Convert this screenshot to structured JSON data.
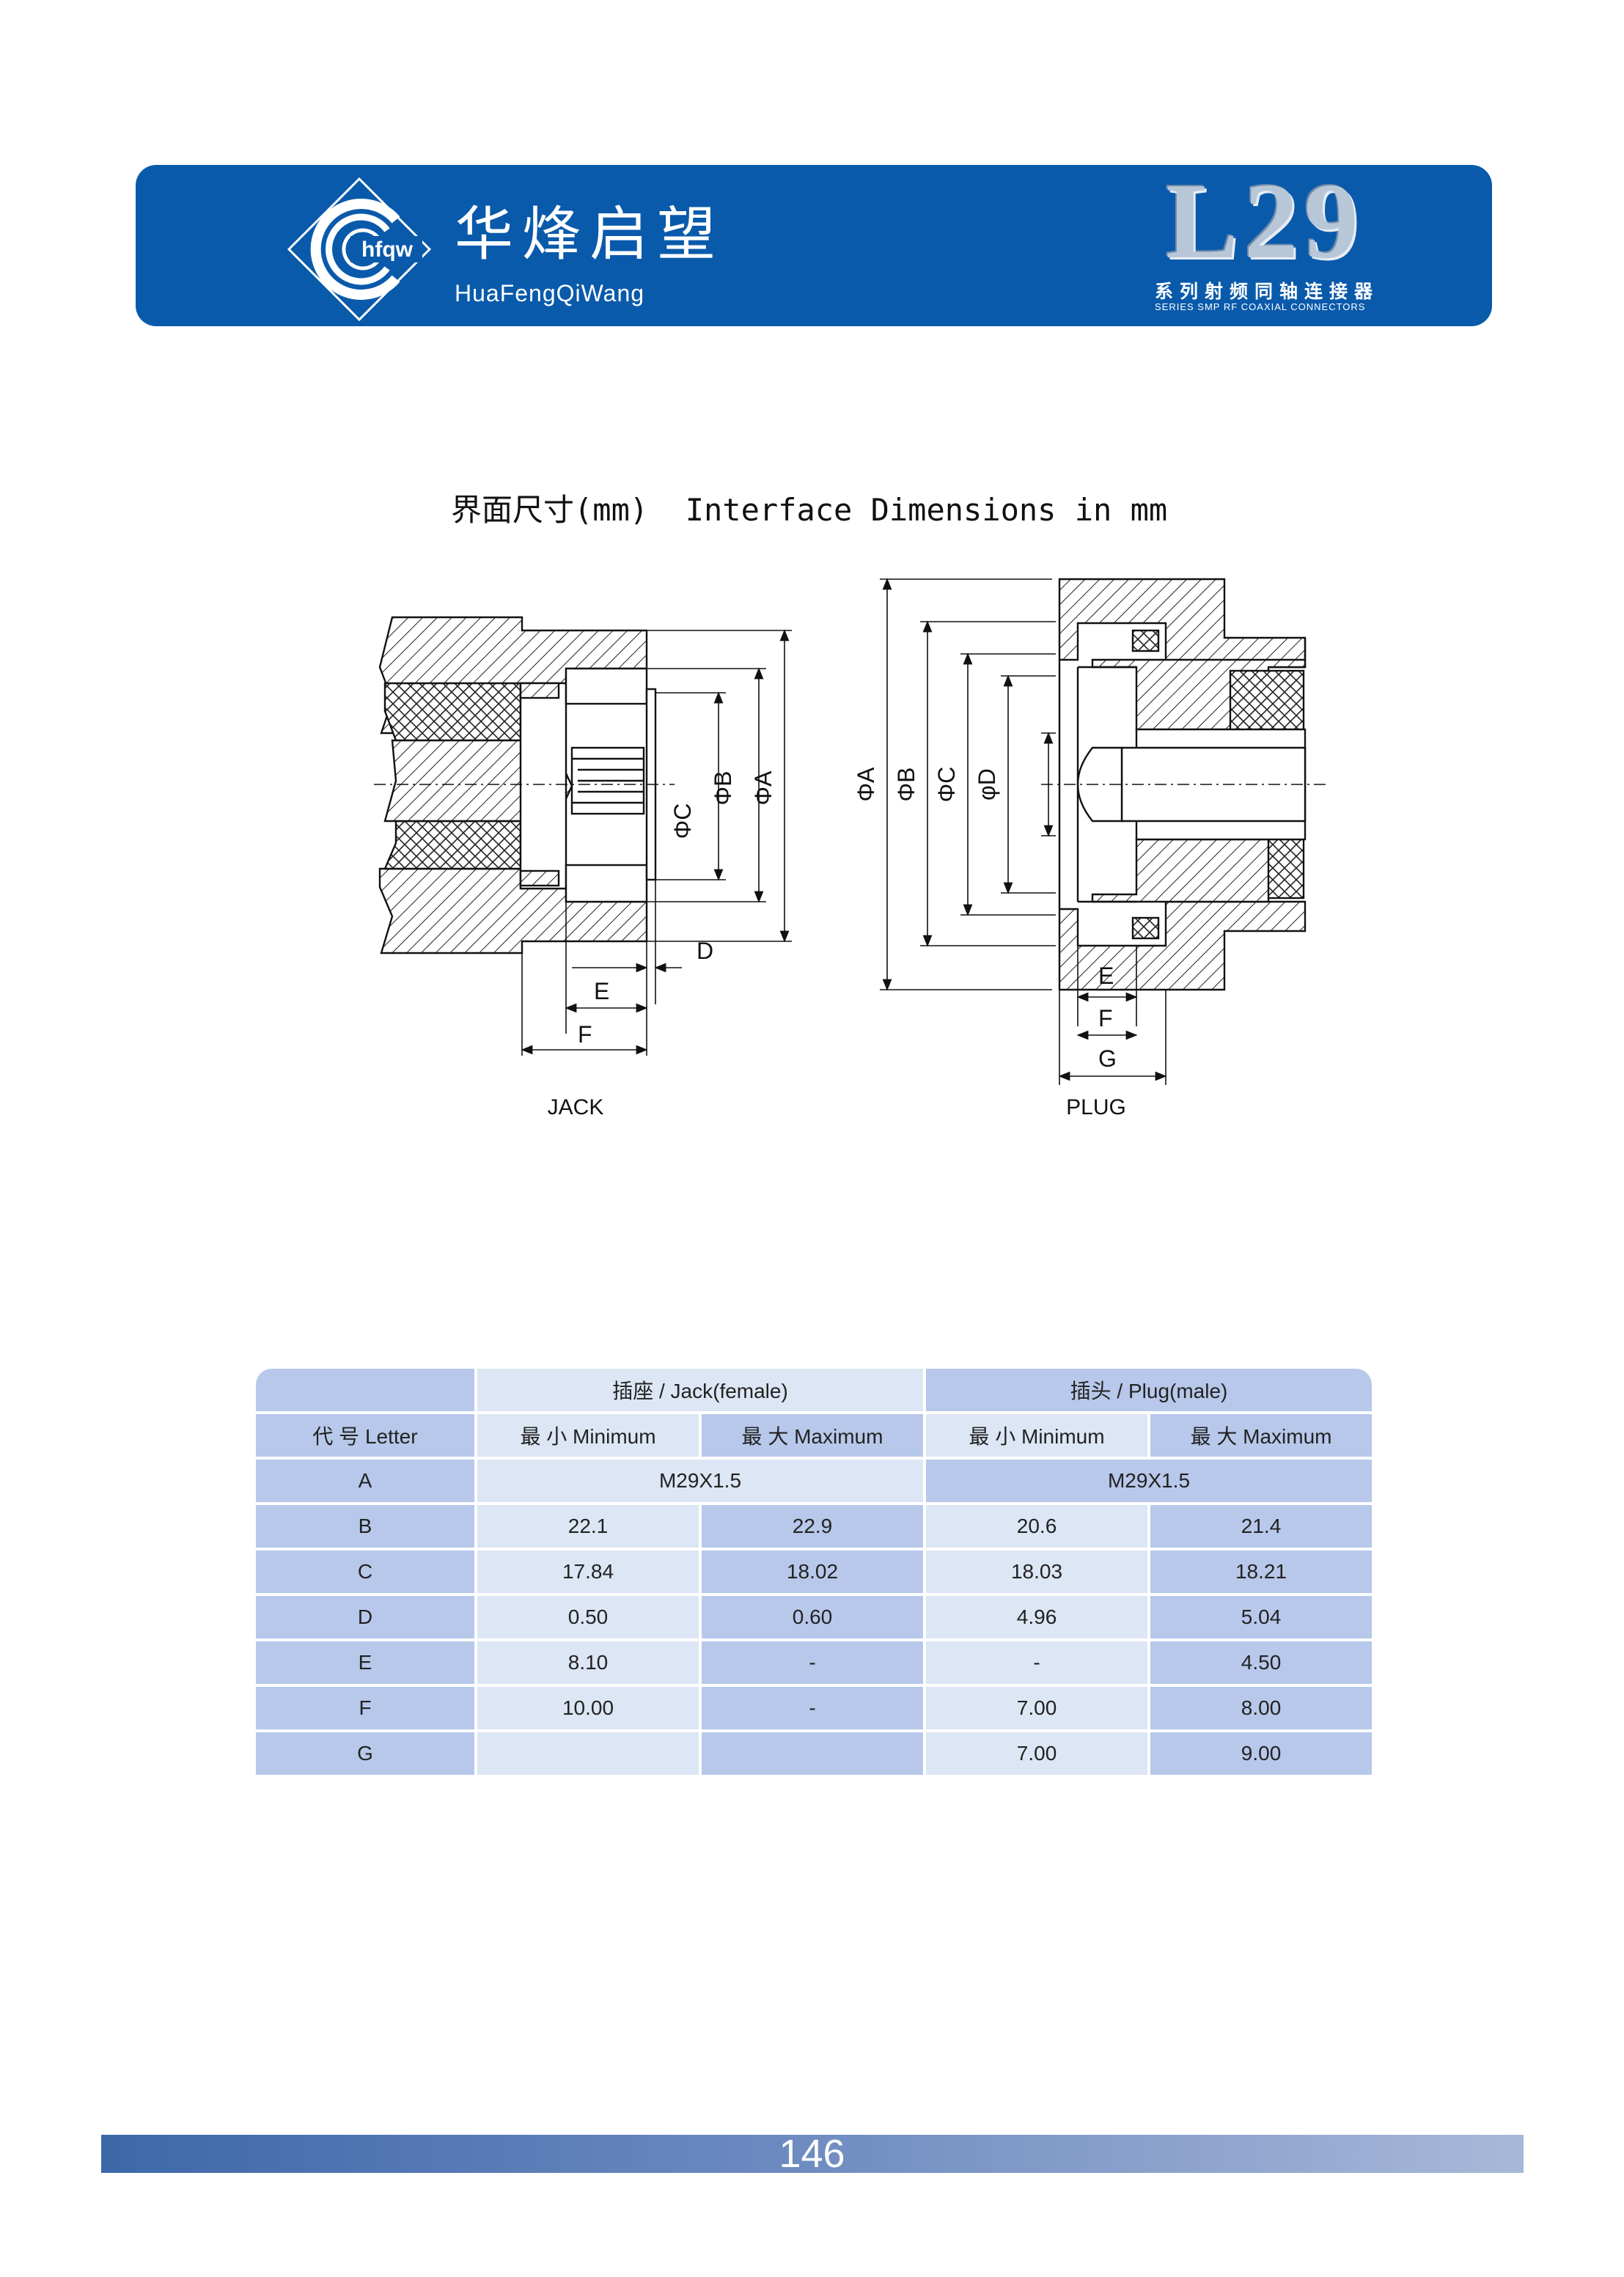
{
  "header": {
    "logo_text": "hfqw",
    "brand_cn": "华烽启望",
    "brand_en": "HuaFengQiWang",
    "series_code": "L29",
    "series_cn": "系列射频同轴连接器",
    "series_en": "SERIES SMP RF COAXIAL CONNECTORS",
    "colors": {
      "banner": "#0a5aab",
      "text": "#ffffff"
    }
  },
  "section": {
    "title_cn": "界面尺寸(mm)",
    "title_en": "Interface Dimensions in mm"
  },
  "drawing": {
    "jack": {
      "caption": "JACK",
      "dim_labels": {
        "c": "ΦC",
        "b": "ΦB",
        "a": "ΦA",
        "d": "D",
        "e": "E",
        "f": "F"
      }
    },
    "plug": {
      "caption": "PLUG",
      "dim_labels": {
        "a": "ΦA",
        "b": "ΦB",
        "c": "ΦC",
        "d": "φD",
        "e": "E",
        "f": "F",
        "g": "G"
      }
    }
  },
  "table": {
    "group_jack": "插座 / Jack(female)",
    "group_plug": "插头 / Plug(male)",
    "col_letter": "代  号 Letter",
    "col_min": "最  小 Minimum",
    "col_max": "最  大 Maximum",
    "colors": {
      "header": "#b7c8ea",
      "light": "#dde6f4"
    },
    "rows": [
      {
        "letter": "A",
        "jack_merged": "M29X1.5",
        "plug_merged": "M29X1.5"
      },
      {
        "letter": "B",
        "jack_min": "22.1",
        "jack_max": "22.9",
        "plug_min": "20.6",
        "plug_max": "21.4"
      },
      {
        "letter": "C",
        "jack_min": "17.84",
        "jack_max": "18.02",
        "plug_min": "18.03",
        "plug_max": "18.21"
      },
      {
        "letter": "D",
        "jack_min": "0.50",
        "jack_max": "0.60",
        "plug_min": "4.96",
        "plug_max": "5.04"
      },
      {
        "letter": "E",
        "jack_min": "8.10",
        "jack_max": "-",
        "plug_min": "-",
        "plug_max": "4.50"
      },
      {
        "letter": "F",
        "jack_min": "10.00",
        "jack_max": "-",
        "plug_min": "7.00",
        "plug_max": "8.00"
      },
      {
        "letter": "G",
        "jack_min": "",
        "jack_max": "",
        "plug_min": "7.00",
        "plug_max": "9.00"
      }
    ]
  },
  "footer": {
    "page_number": "146"
  }
}
